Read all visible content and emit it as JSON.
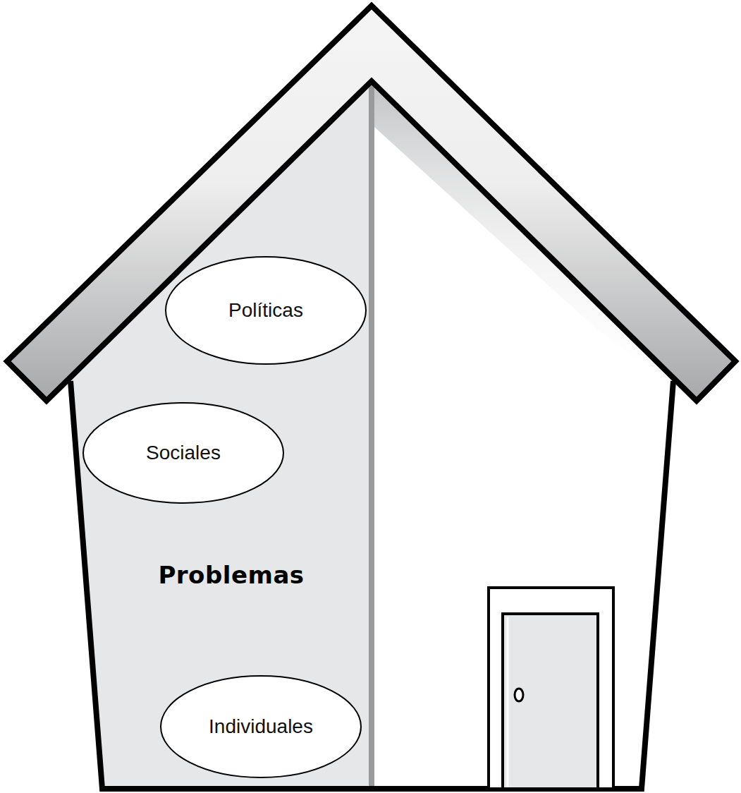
{
  "diagram": {
    "nodes": [
      {
        "text": [
          "Problemas"
        ]
      },
      {
        "text": [
          "Políticas"
        ],
        "in": 0
      },
      {
        "text": [
          "Sociales"
        ],
        "in": 0
      },
      {
        "text": [
          "Individuales"
        ],
        "in": 0
      }
    ]
  }
}
